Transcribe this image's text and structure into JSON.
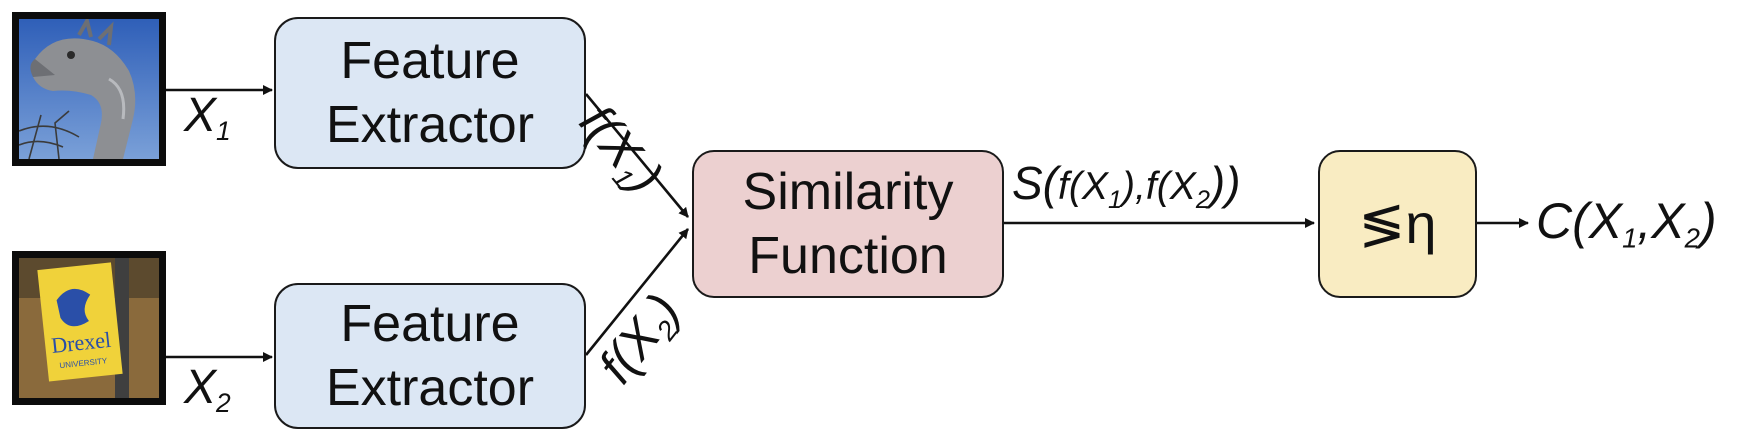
{
  "inputs": [
    {
      "var": "X",
      "sub": "1"
    },
    {
      "var": "X",
      "sub": "2"
    }
  ],
  "feature_extractor": {
    "line1": "Feature",
    "line2": "Extractor"
  },
  "features": [
    {
      "open": "f(X",
      "sub": "1",
      "close": ")"
    },
    {
      "open": "f(X",
      "sub": "2",
      "close": ")"
    }
  ],
  "similarity": {
    "line1": "Similarity",
    "line2": "Function"
  },
  "similarity_output": {
    "s": "S(",
    "f1": "f(X",
    "f1_sub": "1",
    "mid": "),f(X",
    "f2_sub": "2",
    "end": "))"
  },
  "threshold": {
    "label": "≶η"
  },
  "classifier_output": {
    "c": "C(X",
    "sub1": "1",
    "mid": ",X",
    "sub2": "2",
    "end": ")"
  },
  "image_text": {
    "banner_line1": "Drexel",
    "banner_line2": "UNIVERSITY"
  },
  "colors": {
    "feature_extractor_fill": "#dce7f4",
    "similarity_fill": "#ecd0d0",
    "threshold_fill": "#f9ecc2",
    "stroke": "#1a1a1a"
  }
}
